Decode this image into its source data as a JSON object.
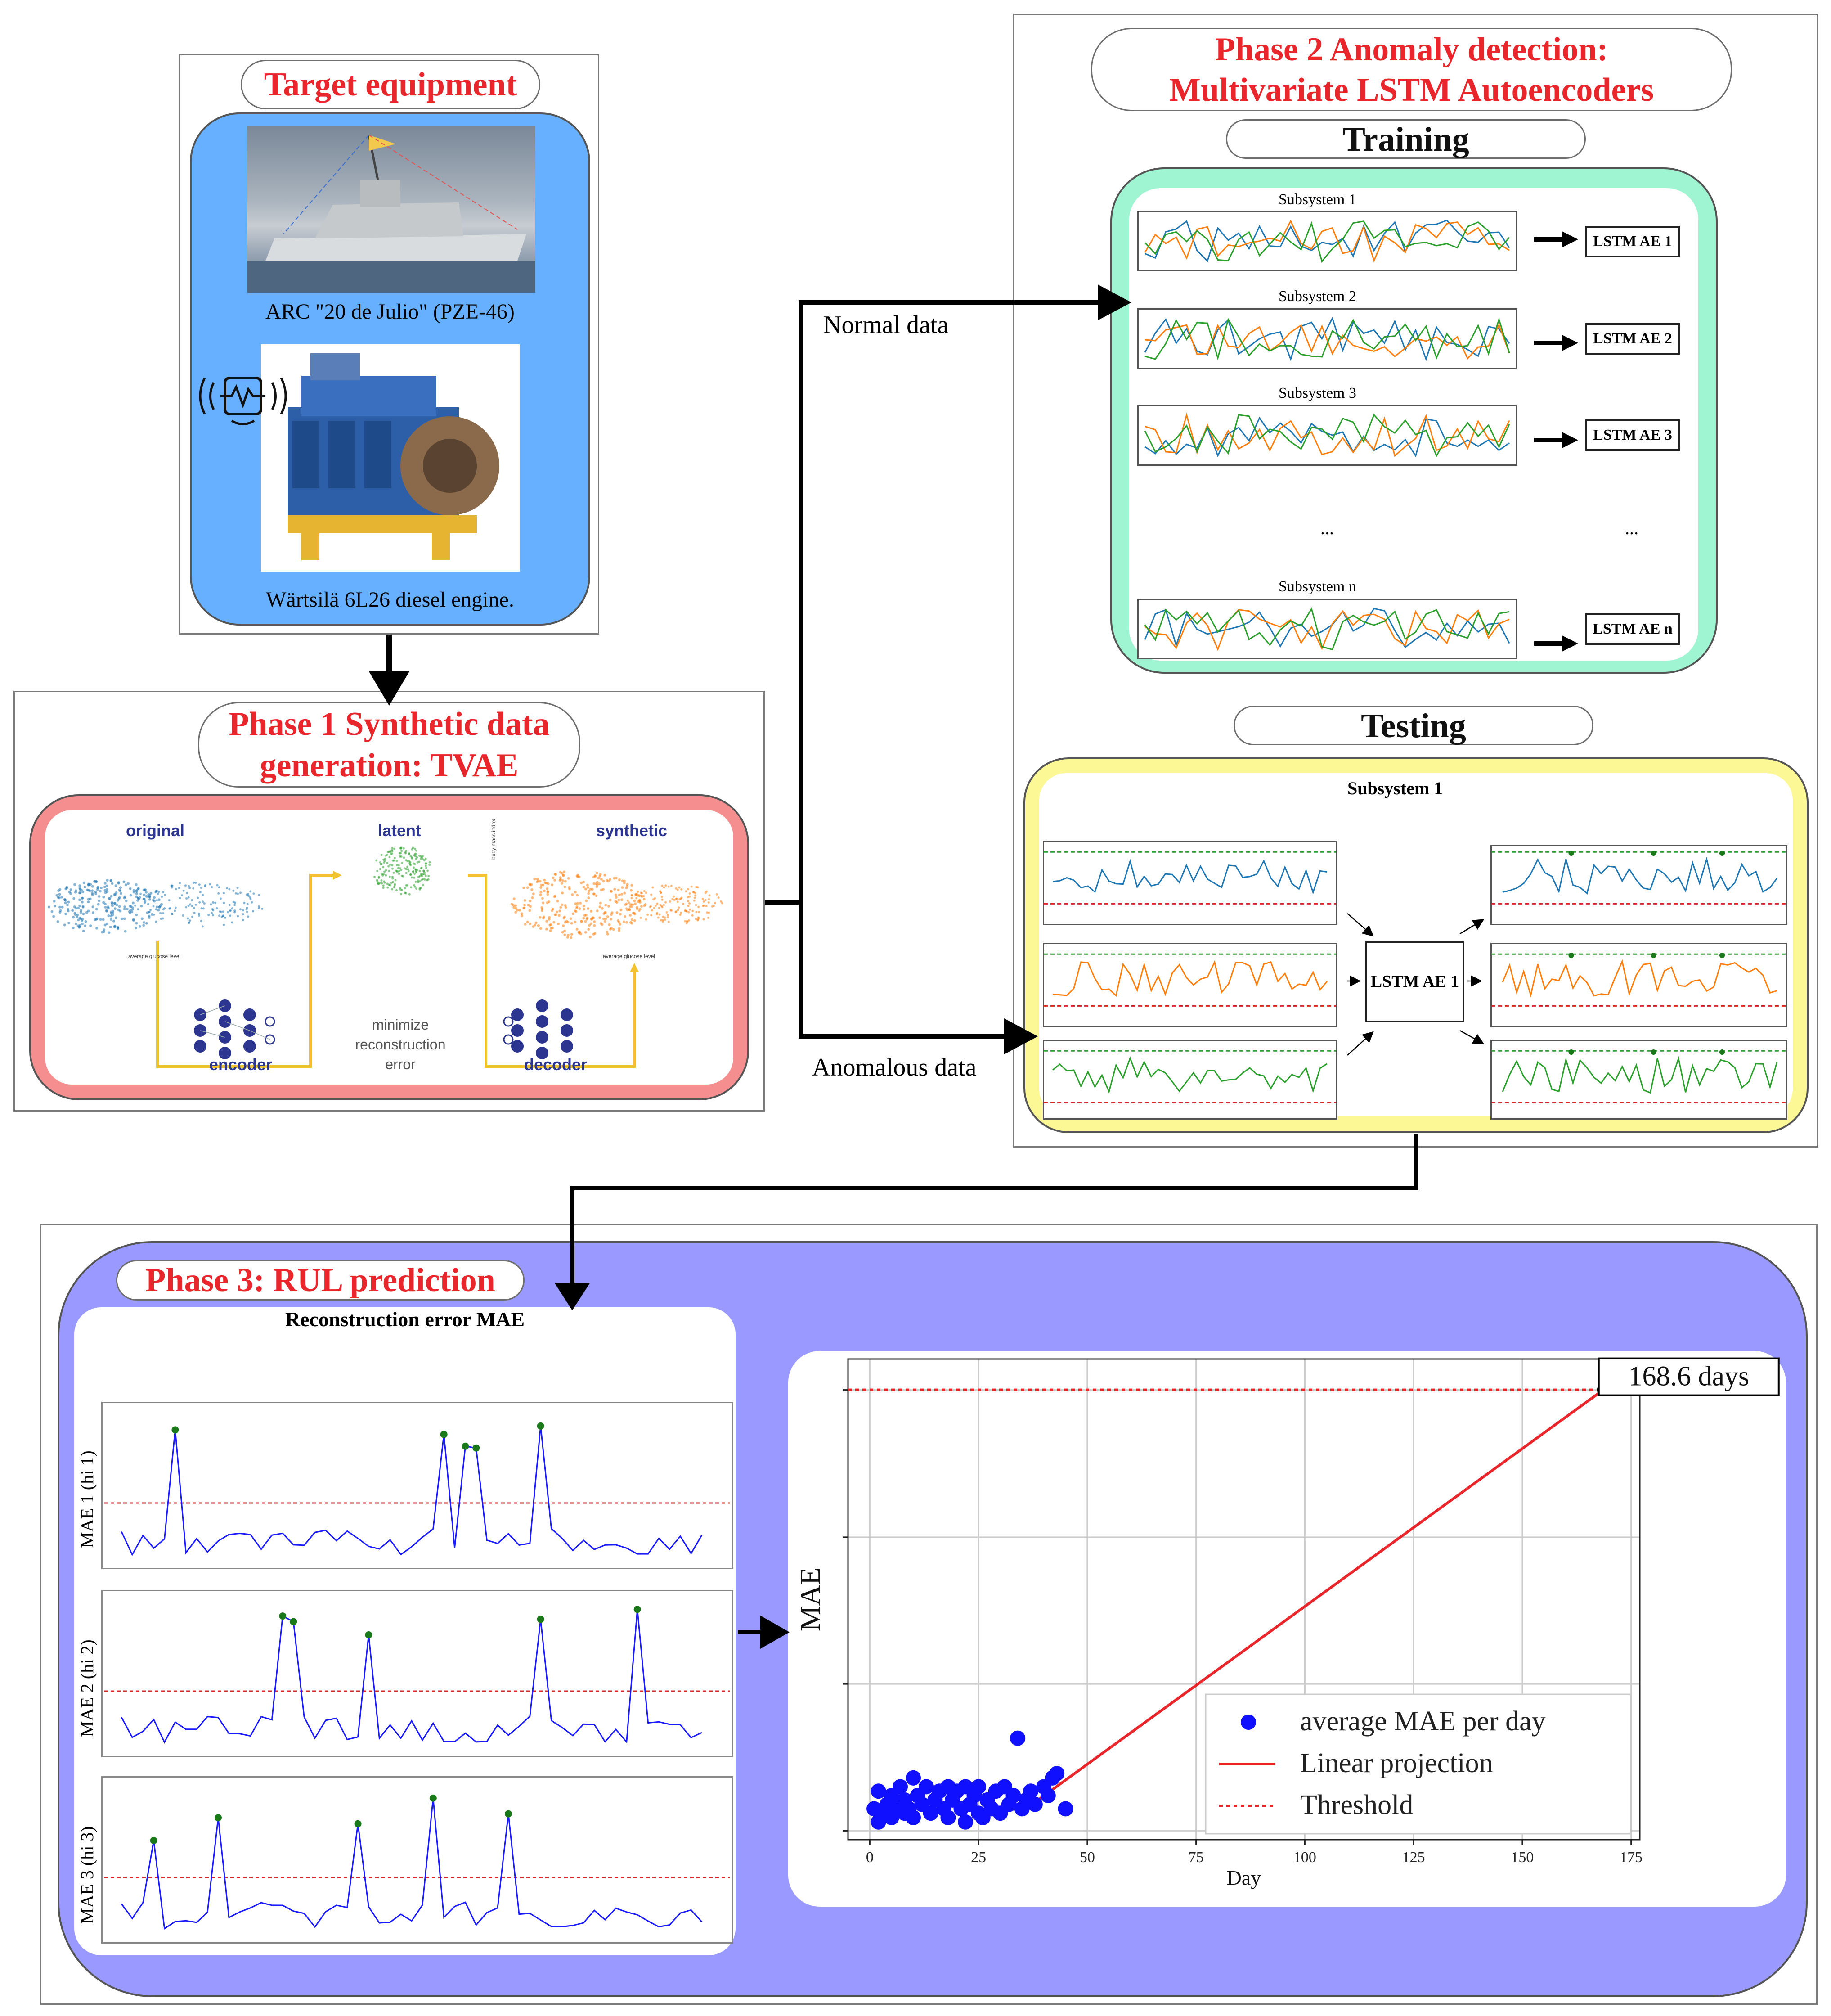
{
  "target": {
    "title": "Target equipment",
    "ship_caption": "ARC \"20 de Julio\" (PZE-46)",
    "engine_caption": "Wärtsilä 6L26 diesel engine."
  },
  "phase1": {
    "title_line1": "Phase 1  Synthetic data",
    "title_line2": "generation: TVAE",
    "original_label": "original",
    "latent_label": "latent",
    "synthetic_label": "synthetic",
    "x_axis_small": "average glucose level",
    "y_axis_small": "body mass index",
    "encoder_label": "encoder",
    "decoder_label": "decoder",
    "minimize_line1": "minimize",
    "minimize_line2": "reconstruction",
    "minimize_line3": "error"
  },
  "flow": {
    "normal_label": "Normal data",
    "anomalous_label": "Anomalous data"
  },
  "phase2": {
    "title_line1": "Phase 2  Anomaly detection:",
    "title_line2": "Multivariate LSTM Autoencoders",
    "training_label": "Training",
    "testing_label": "Testing",
    "subsystems": [
      {
        "name": "Subsystem 1",
        "ae": "LSTM AE 1"
      },
      {
        "name": "Subsystem 2",
        "ae": "LSTM AE 2"
      },
      {
        "name": "Subsystem 3",
        "ae": "LSTM AE 3"
      },
      {
        "name": "Subsystem n",
        "ae": "LSTM AE n"
      }
    ],
    "ellipsis": "...",
    "testing_subsystem": "Subsystem 1",
    "testing_ae": "LSTM AE 1"
  },
  "phase3": {
    "title": "Phase 3: RUL prediction",
    "recon_title": "Reconstruction error MAE",
    "mae_labels": [
      "MAE 1 (hi 1)",
      "MAE 2 (hi 2)",
      "MAE 3 (hi 3)"
    ]
  },
  "colors": {
    "title_red": "#e8262b",
    "target_bg": "#66b0ff",
    "phase1_bg": "#f58f8f",
    "training_bg": "#9ff5d1",
    "testing_bg": "#fbf895",
    "phase3_bg": "#9999ff",
    "series_blue": "#1f77b4",
    "series_orange": "#ff7f0e",
    "series_green": "#2ca02c"
  },
  "chart_data": {
    "type": "scatter",
    "title": "",
    "xlabel": "Day",
    "ylabel": "MAE",
    "xlim": [
      -5,
      177
    ],
    "x_ticks": [
      0,
      25,
      50,
      75,
      100,
      125,
      150,
      175
    ],
    "grid": true,
    "legend_position": "bottom-right",
    "legend": [
      "average MAE per day",
      "Linear projection",
      "Threshold"
    ],
    "annotation": "168.6 days",
    "threshold": 1.0,
    "projection": {
      "x": [
        38,
        168.6
      ],
      "y": [
        0.065,
        1.0
      ]
    },
    "series": [
      {
        "name": "average MAE per day",
        "x": [
          1,
          2,
          2,
          3,
          4,
          5,
          5,
          6,
          7,
          8,
          8,
          9,
          10,
          10,
          11,
          12,
          13,
          14,
          15,
          16,
          17,
          18,
          18,
          19,
          20,
          21,
          22,
          22,
          23,
          24,
          25,
          25,
          26,
          27,
          28,
          29,
          30,
          31,
          32,
          33,
          34,
          35,
          36,
          37,
          38,
          40,
          41,
          42,
          43,
          45
        ],
        "y": [
          0.05,
          0.02,
          0.09,
          0.04,
          0.06,
          0.03,
          0.08,
          0.05,
          0.1,
          0.04,
          0.07,
          0.05,
          0.12,
          0.03,
          0.08,
          0.06,
          0.1,
          0.04,
          0.07,
          0.09,
          0.05,
          0.1,
          0.03,
          0.07,
          0.09,
          0.05,
          0.1,
          0.02,
          0.06,
          0.08,
          0.04,
          0.1,
          0.03,
          0.07,
          0.05,
          0.09,
          0.04,
          0.1,
          0.06,
          0.08,
          0.21,
          0.05,
          0.07,
          0.09,
          0.06,
          0.1,
          0.08,
          0.12,
          0.13,
          0.05
        ]
      }
    ]
  }
}
